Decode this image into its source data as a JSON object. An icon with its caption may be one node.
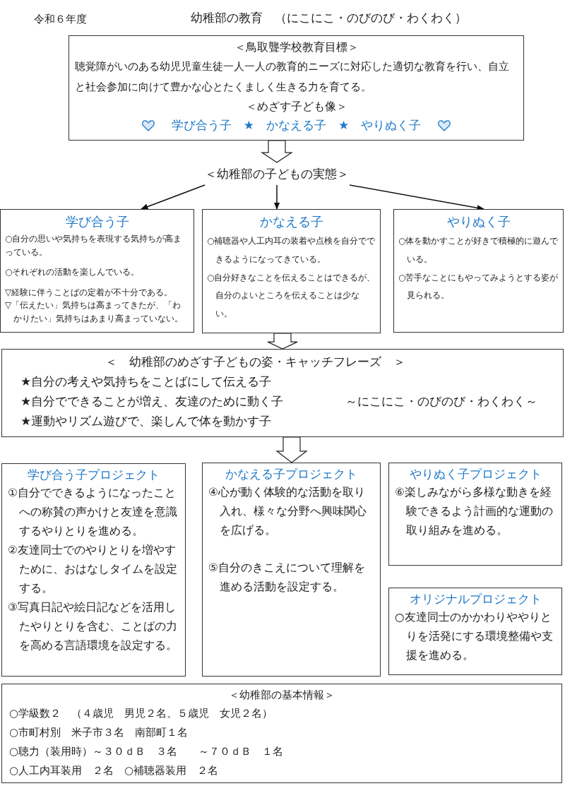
{
  "diagram": {
    "title": "幼稚部の教育　（にこにこ・のびのび・わくわく）",
    "nodes": [
      {
        "text": [
          "＜鳥取聾学校教育目標＞",
          "聴覚障がいのある幼児児童生徒一人一人の教育的ニーズに対応した適切な教育を行い、自立と社会参加に向けて豊かな心とたくましく生きる力を育てる。",
          "＜めざす子ども像＞",
          "学び合う子　★　かなえる子　★　やりぬく子"
        ]
      },
      {
        "text": [
          "＜幼稚部の子どもの実態＞"
        ]
      },
      {
        "text": [
          "学び合う子",
          "○自分の思いや気持ちを表現する気持ちが高まっている。",
          "○それぞれの活動を楽しんでいる。",
          "▽経験に伴うことばの定着が不十分である。",
          "▽「伝えたい」気持ちは高まってきたが、「わかりたい」気持ちはあまり高まっていない。"
        ]
      },
      {
        "text": [
          "かなえる子",
          "○補聴器や人工内耳の装着や点検を自分でできるようになってきている。",
          "○自分好きなことを伝えることはできるが、自分のよいところを伝えることは少ない。"
        ]
      },
      {
        "text": [
          "やりぬく子",
          "○体を動かすことが好きで積極的に遊んでいる。",
          "○苦手なことにもやってみようとする姿が見られる。"
        ]
      },
      {
        "text": [
          "＜　幼稚部のめざす子どもの姿・キャッチフレーズ　＞",
          "★自分の考えや気持ちをことばにして伝える子",
          "★自分でできることが増え、友達のために動く子",
          "★運動やリズム遊びで、楽しんで体を動かす子",
          "～にこにこ・のびのび・わくわく～"
        ]
      },
      {
        "text": [
          "学び合う子プロジェクト",
          "①自分でできるようになったことへの称賛の声かけと友達を意識するやりとりを進める。",
          "②友達同士でのやりとりを増やすために、おはなしタイムを設定する。",
          "③写真日記や絵日記などを活用したやりとりを含む、ことばの力を高める言語環境を設定する。"
        ]
      },
      {
        "text": [
          "かなえる子プロジェクト",
          "④心が動く体験的な活動を取り入れ、様々な分野へ興味関心を広げる。",
          "⑤自分のきこえについて理解を進める活動を設定する。"
        ]
      },
      {
        "text": [
          "やりぬく子プロジェクト",
          "⑥楽しみながら多様な動きを経験できるよう計画的な運動の取り組みを進める。"
        ]
      },
      {
        "text": [
          "オリジナルプロジェクト",
          "○友達同士のかかわりややりとりを活発にする環境整備や支援を進める。"
        ]
      },
      {
        "text": [
          "＜幼稚部の基本情報＞",
          "○学級数２　（４歳児　男児２名、５歳児　女児２名）",
          "○市町村別　米子市３名　南部町１名",
          "○聴力（装用時）～３０ｄＢ　３名　　～７０ｄＢ　１名",
          "○人工内耳装用　２名　○補聴器装用　２名"
        ]
      }
    ],
    "edges": [
      {
        "from": 0,
        "to": 1,
        "arrow": "to",
        "style": "thick"
      },
      {
        "from": 1,
        "to": 2,
        "arrow": "to"
      },
      {
        "from": 1,
        "to": 3,
        "arrow": "to"
      },
      {
        "from": 1,
        "to": 4,
        "arrow": "to"
      },
      {
        "from": 3,
        "to": 5,
        "arrow": "to",
        "style": "thick"
      },
      {
        "from": 5,
        "to": 7,
        "arrow": "to",
        "style": "thick"
      }
    ],
    "labels": [
      "令和６年度"
    ]
  }
}
